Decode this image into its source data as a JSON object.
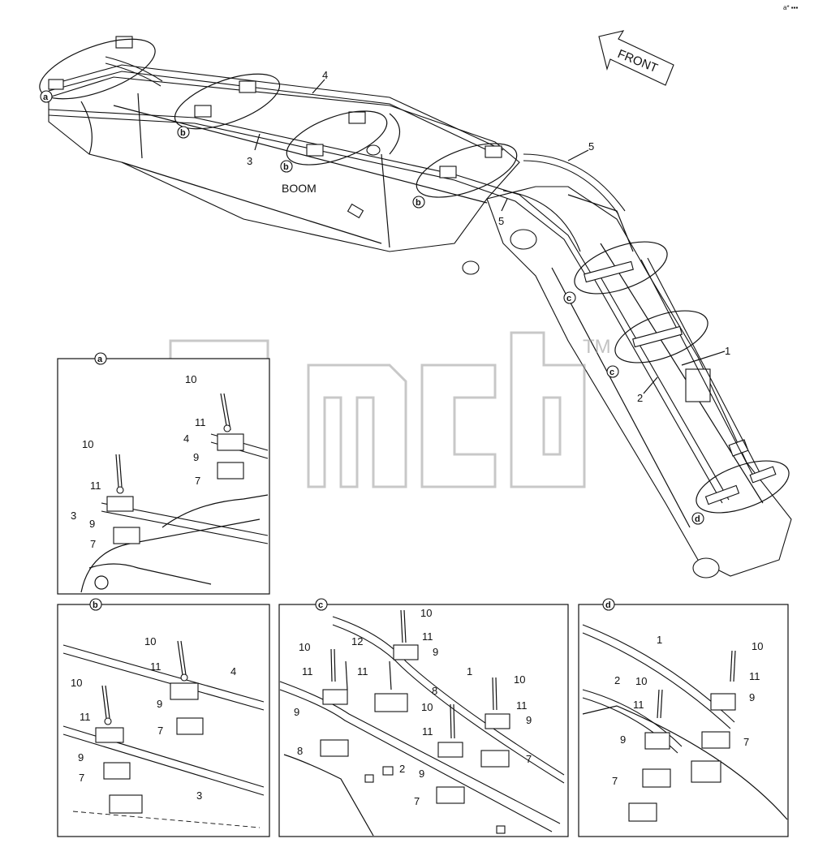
{
  "corner_mark": "a*  ▪▪▪",
  "front_label": "FRONT",
  "boom_label": "BOOM",
  "watermark": {
    "tm": "TM"
  },
  "main_callouts": {
    "n1": "1",
    "n2": "2",
    "n3": "3",
    "n4": "4",
    "n5a": "5",
    "n5b": "5"
  },
  "detail_markers": {
    "a": "a",
    "b": "b",
    "c": "c",
    "d": "d"
  },
  "panel_a": {
    "marker": "a",
    "labels": {
      "l10a": "10",
      "l11a": "11",
      "l4": "4",
      "l9a": "9",
      "l7a": "7",
      "l10b": "10",
      "l11b": "11",
      "l3": "3",
      "l9b": "9",
      "l7b": "7"
    }
  },
  "panel_b": {
    "marker": "b",
    "labels": {
      "l10a": "10",
      "l11a": "11",
      "l4": "4",
      "l9a": "9",
      "l7a": "7",
      "l10b": "10",
      "l11b": "11",
      "l9b": "9",
      "l7b": "7",
      "l3": "3"
    }
  },
  "panel_c": {
    "marker": "c",
    "labels": {
      "l10a": "10",
      "l11a": "11",
      "l9a": "9",
      "l10b": "10",
      "l12": "12",
      "l11b": "11",
      "l11c": "11",
      "l8a": "8",
      "l1": "1",
      "l9b": "9",
      "l10c": "10",
      "l11d": "11",
      "l9c": "9",
      "l10d": "10",
      "l11e": "11",
      "l8b": "8",
      "l9d": "9",
      "l2": "2",
      "l7a": "7",
      "l7b": "7"
    }
  },
  "panel_d": {
    "marker": "d",
    "labels": {
      "l1": "1",
      "l10a": "10",
      "l11a": "11",
      "l9a": "9",
      "l2": "2",
      "l10b": "10",
      "l11b": "11",
      "l9b": "9",
      "l7a": "7",
      "l7b": "7"
    }
  }
}
